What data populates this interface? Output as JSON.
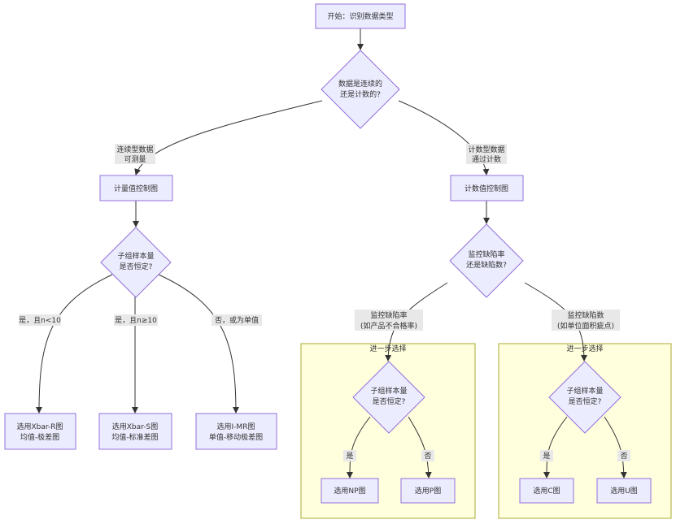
{
  "nodes": {
    "start": "开始：识别数据类型",
    "q_type_1": "数据是连续的",
    "q_type_2": "还是计数的?",
    "variable": "计量值控制图",
    "attribute": "计数值控制图",
    "q_sub_1": "子组样本量",
    "q_sub_2": "是否恒定?",
    "q_def_1": "监控缺陷率",
    "q_def_2": "还是缺陷数?",
    "xbar_r_1": "选用Xbar-R图",
    "xbar_r_2": "均值-极差图",
    "xbar_s_1": "选用Xbar-S图",
    "xbar_s_2": "均值-标准差图",
    "imr_1": "选用I-MR图",
    "imr_2": "单值-移动极差图",
    "np": "选用NP图",
    "p": "选用P图",
    "c": "选用C图",
    "u": "选用U图",
    "q_sub_np_1": "子组样本量",
    "q_sub_np_2": "是否恒定?",
    "q_sub_cu_1": "子组样本量",
    "q_sub_cu_2": "是否恒定?"
  },
  "groups": {
    "left": "进一步选择",
    "right": "进一步选择"
  },
  "edge_labels": {
    "continuous_1": "连续型数据",
    "continuous_2": "可测量",
    "count_1": "计数型数据",
    "count_2": "通过计数",
    "small_n": "是，且n<10",
    "large_n": "是，且n≥10",
    "single": "否，或为单值",
    "rate_1": "监控缺陷率",
    "rate_2": "(如产品不合格率)",
    "count_def_1": "监控缺陷数",
    "count_def_2": "(如单位面积疵点)",
    "np_yes": "是",
    "p_no": "否",
    "c_yes": "是",
    "u_no": "否"
  }
}
